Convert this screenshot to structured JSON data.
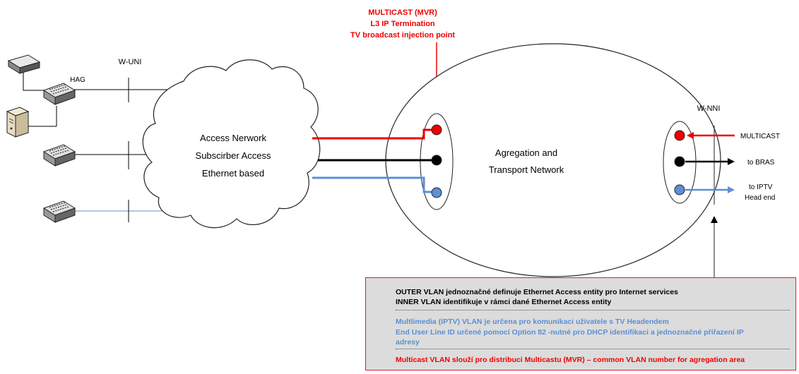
{
  "top_label": [
    "MULTICAST (MVR)",
    "L3 IP Termination",
    "TV broadcast injection point"
  ],
  "w_uni": "W-UNI",
  "hag": "HAG",
  "access_cloud": [
    "Access Nerwork",
    "Subscirber Access",
    "Ethernet based"
  ],
  "aggregation": [
    "Agregation and",
    "Transport Network"
  ],
  "w_nni": "W-NNI",
  "right_labels": {
    "multicast": "MULTICAST",
    "bras": "to BRAS",
    "iptv": [
      "to IPTV",
      "Head end"
    ]
  },
  "notes": {
    "outer": "OUTER VLAN jednoznačné definuje Ethernet Access entity pro Internet services",
    "inner": "INNER VLAN identifikuje v rámci dané Ethernet Access entity",
    "iptv1": "Multlimedia (IPTV) VLAN je určena pro komunikaci uživatele s TV Headendem",
    "iptv2": "End User Line ID určené pomocí Option 82 -nutné pro DHCP identifikaci a jednoznačné přiřazení IP",
    "iptv3": "adresy",
    "mc": "Multicast VLAN slouží pro distribuci Multicastu (MVR) – common VLAN number for agregation area"
  },
  "colors": {
    "red": "#ee0000",
    "black": "#000000",
    "blue": "#5b8fd6",
    "box_fill": "#dcdcdc",
    "box_border": "#e02020"
  },
  "icons": [
    "modem-icon",
    "switch-icon",
    "server-icon",
    "switch-icon",
    "switch-icon"
  ]
}
